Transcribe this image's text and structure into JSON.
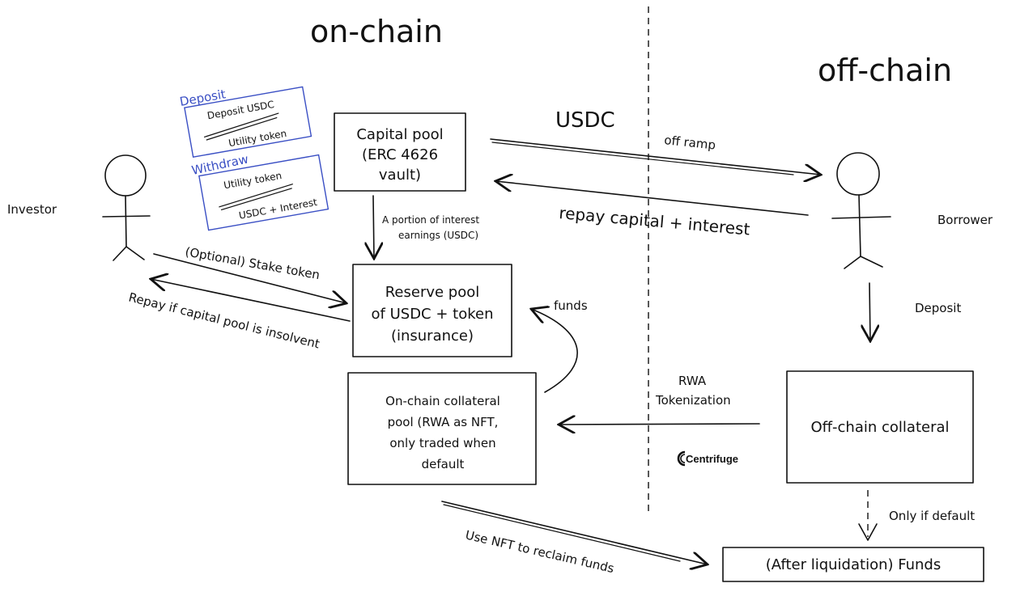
{
  "headings": {
    "on_chain": "on-chain",
    "off_chain": "off-chain"
  },
  "actors": {
    "investor": "Investor",
    "borrower": "Borrower"
  },
  "inset": {
    "deposit_title": "Deposit",
    "deposit_in": "Deposit USDC",
    "deposit_out": "Utility token",
    "withdraw_title": "Withdraw",
    "withdraw_in": "Utility token",
    "withdraw_out": "USDC + Interest"
  },
  "boxes": {
    "capital_pool": [
      "Capital pool",
      "(ERC 4626",
      "vault)"
    ],
    "reserve_pool": [
      "Reserve pool",
      "of USDC + token",
      "(insurance)"
    ],
    "onchain_collateral": [
      "On-chain collateral",
      "pool (RWA as NFT,",
      "only traded when",
      "default"
    ],
    "offchain_collateral": "Off-chain collateral",
    "funds": "(After liquidation) Funds"
  },
  "labels": {
    "usdc": "USDC",
    "off_ramp": "off ramp",
    "repay": "repay capital + interest",
    "interest_portion_1": "A portion of interest",
    "interest_portion_2": "earnings (USDC)",
    "stake": "(Optional) Stake token",
    "repay_insolvent": "Repay if capital pool is insolvent",
    "funds": "funds",
    "deposit": "Deposit",
    "rwa_1": "RWA",
    "rwa_2": "Tokenization",
    "only_if_default": "Only if default",
    "use_nft": "Use NFT to reclaim funds"
  },
  "logo": {
    "name": "Centrifuge",
    "icon": "centrifuge-logo-icon"
  },
  "colors": {
    "ink": "#111111",
    "inset_blue": "#3a4fc4",
    "background": "#ffffff"
  }
}
